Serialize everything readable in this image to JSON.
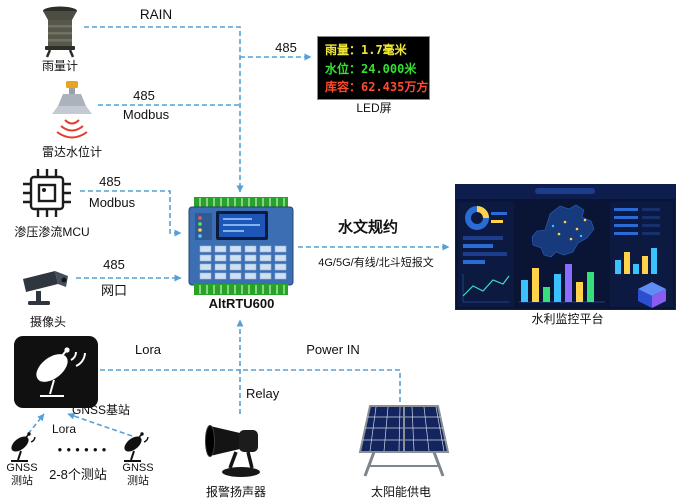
{
  "nodes": {
    "rain_gauge": "雨量计",
    "radar_level": "雷达水位计",
    "mcu": "渗压渗流MCU",
    "camera": "摄像头",
    "gnss_base": "GNSS基站",
    "gnss_station_left": "GNSS\n测站",
    "gnss_station_right": "GNSS\n测站",
    "station_count": "2-8个测站",
    "station_dots": "●●●●●●",
    "rtu": "AltRTU600",
    "led_screen": "LED屏",
    "platform": "水利监控平台",
    "speaker": "报警扬声器",
    "solar": "太阳能供电"
  },
  "edges": {
    "rain": "RAIN",
    "led_485": "485",
    "radar_485": "485",
    "radar_modbus": "Modbus",
    "mcu_485": "485",
    "mcu_modbus": "Modbus",
    "camera_485": "485",
    "camera_lan": "网口",
    "protocol": "水文规约",
    "uplink": "4G/5G/有线/北斗短报文",
    "lora_base": "Lora",
    "power_in": "Power IN",
    "relay": "Relay",
    "lora_stations": "Lora"
  },
  "led": {
    "rows": [
      {
        "text": "雨量：1.7毫米",
        "color": "#f0e832"
      },
      {
        "text": "水位：24.000米",
        "color": "#35e032"
      },
      {
        "text": "库容：62.435万方",
        "color": "#ff4a2e"
      }
    ]
  },
  "colors": {
    "line": "#56a0d6",
    "led_background": "#000000"
  }
}
